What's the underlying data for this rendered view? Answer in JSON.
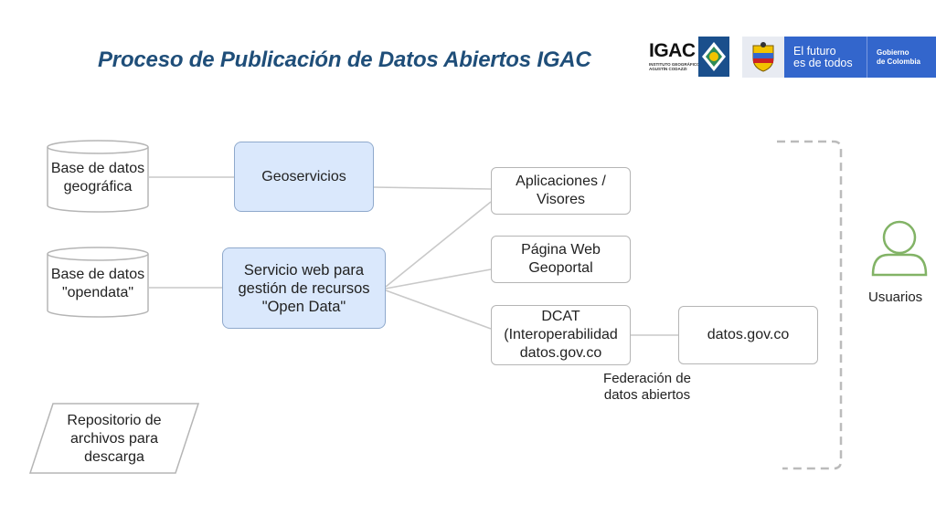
{
  "title": "Proceso de Publicación de Datos Abiertos IGAC",
  "logos": {
    "igac_word": "IGAC",
    "igac_sub": "INSTITUTO GEOGRÁFICO AGUSTÍN CODAZZI",
    "gov_tagline_1": "El futuro",
    "gov_tagline_2": "es de todos",
    "gov_name_1": "Gobierno",
    "gov_name_2": "de Colombia"
  },
  "nodes": {
    "db_geo": [
      "Base de datos",
      "geográfica"
    ],
    "db_opendata": [
      "Base de datos",
      "\"opendata\""
    ],
    "geoservicios": [
      "Geoservicios"
    ],
    "servicio_web": [
      "Servicio web para",
      "gestión de recursos",
      "\"Open Data\""
    ],
    "aplicaciones": [
      "Aplicaciones /",
      "Visores"
    ],
    "pagina_web": [
      "Página Web",
      "Geoportal"
    ],
    "dcat": [
      "DCAT",
      "(Interoperabilidad",
      "datos.gov.co"
    ],
    "datos_gov": [
      "datos.gov.co"
    ],
    "repositorio": [
      "Repositorio de",
      "archivos para",
      "descarga"
    ]
  },
  "labels": {
    "federacion": [
      "Federación de",
      "datos abiertos"
    ],
    "usuarios": "Usuarios"
  },
  "colors": {
    "title": "#1f4e79",
    "blue_fill": "#dae8fc",
    "blue_border": "#8fa9cc",
    "user_icon": "#82b366"
  }
}
